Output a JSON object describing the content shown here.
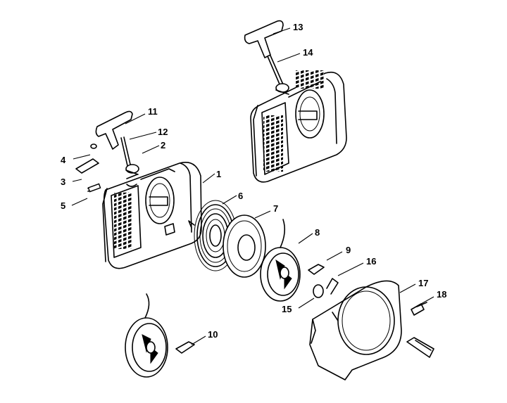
{
  "part_labels": [
    {
      "id": "1",
      "text": "1"
    },
    {
      "id": "2",
      "text": "2"
    },
    {
      "id": "3",
      "text": "3"
    },
    {
      "id": "4",
      "text": "4"
    },
    {
      "id": "5",
      "text": "5"
    },
    {
      "id": "6",
      "text": "6"
    },
    {
      "id": "7",
      "text": "7"
    },
    {
      "id": "8",
      "text": "8"
    },
    {
      "id": "9",
      "text": "9"
    },
    {
      "id": "10",
      "text": "10"
    },
    {
      "id": "11",
      "text": "11"
    },
    {
      "id": "12",
      "text": "12"
    },
    {
      "id": "13",
      "text": "13"
    },
    {
      "id": "14",
      "text": "14"
    },
    {
      "id": "15",
      "text": "15"
    },
    {
      "id": "16",
      "text": "16"
    },
    {
      "id": "17",
      "text": "17"
    },
    {
      "id": "18",
      "text": "18"
    }
  ],
  "line_color": "#000000",
  "background_color": "#ffffff"
}
